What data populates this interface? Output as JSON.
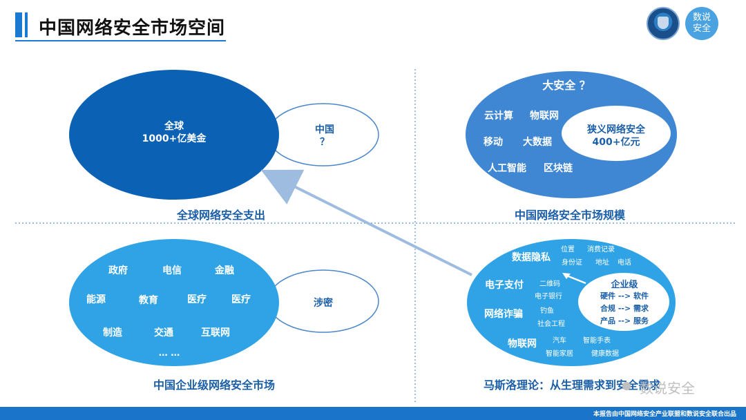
{
  "title": "中国网络安全市场空间",
  "logo_text": "数说\n安全",
  "footer": "本报告由中国网络安全产业联盟和数说安全联合出品",
  "watermark": "数说安全",
  "q1": {
    "big": {
      "line1": "全球",
      "line2": "1000+亿美金"
    },
    "small": {
      "line1": "中国",
      "line2": "？"
    },
    "caption": "全球网络安全支出"
  },
  "q2": {
    "top": "大安全 ？",
    "items": [
      "云计算",
      "物联网",
      "移动",
      "大数据",
      "人工智能",
      "区块链"
    ],
    "inner": {
      "line1": "狭义网络安全",
      "line2": "400+亿元"
    },
    "caption": "中国网络安全市场规模"
  },
  "q3": {
    "items": [
      "政府",
      "电信",
      "金融",
      "能源",
      "教育",
      "医疗",
      "医疗",
      "制造",
      "交通",
      "互联网",
      "… …"
    ],
    "small": "涉密",
    "caption": "中国企业级网络安全市场"
  },
  "q4": {
    "main": [
      "数据隐私",
      "电子支付",
      "网络诈骗",
      "物联网"
    ],
    "small": [
      "位置",
      "消费记录",
      "身份证",
      "地址",
      "电话",
      "二维码",
      "电子银行",
      "钓鱼",
      "社会工程",
      "汽车",
      "智能手表",
      "智能家居",
      "健康数据"
    ],
    "enterprise": {
      "title": "企业级",
      "rows": [
        "硬件 --> 软件",
        "合规 --> 需求",
        "产品 --> 服务"
      ]
    },
    "caption": "马斯洛理论：从生理需求到安全需求"
  },
  "colors": {
    "dark_blue": "#0b62b5",
    "mid_blue": "#3f86d3",
    "light_blue": "#2fa3e6",
    "accent": "#1a74c9"
  }
}
